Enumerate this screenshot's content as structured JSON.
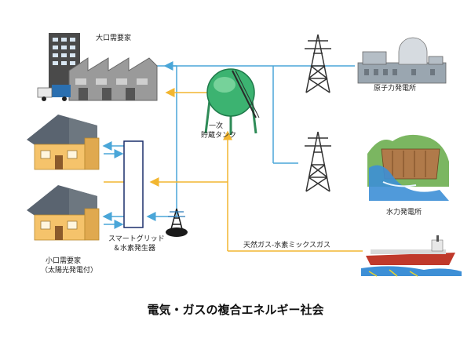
{
  "labels": {
    "large_consumer": "大口需要家",
    "nuclear_plant": "原子力発電所",
    "tank_line1": "一次",
    "tank_line2": "貯蔵タンク",
    "hydro_plant": "水力発電所",
    "grid_line1": "スマートグリッド",
    "grid_line2": "＆水素発生器",
    "small_line1": "小口需要家",
    "small_line2": "（太陽光発電付）",
    "gas_mix": "天然ガス-水素ミックスガス"
  },
  "title": "電気・ガスの複合エネルギー社会",
  "colors": {
    "electric_line": "#4aa6d8",
    "gas_line": "#f2b630",
    "tank_green": "#3cb371",
    "house_wall": "#f5c36b",
    "house_roof": "#5a6470",
    "factory_gray": "#9a9a9a",
    "building_dark": "#4a4a4a",
    "ship_hull": "#c0392b",
    "water_blue": "#3d8fd6"
  }
}
